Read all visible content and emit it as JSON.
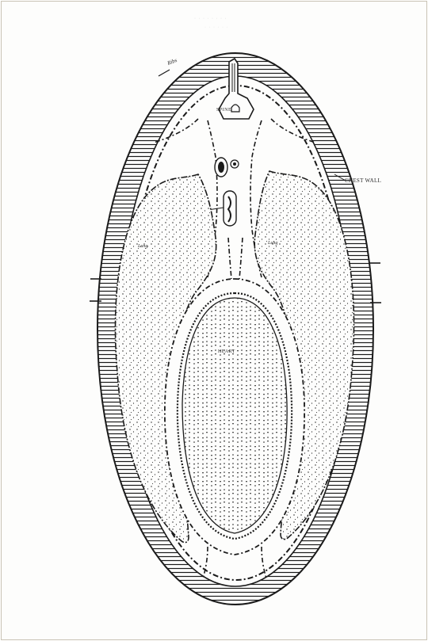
{
  "diagram": {
    "labels": {
      "spine": "SPINE",
      "chest_wall": "CHEST WALL",
      "lung_left": "Lung",
      "lung_right": "Lung",
      "heart": "HEART",
      "ribs": "Ribs"
    },
    "faint_text": {
      "line1": "· · · · · · · ·",
      "line2": "· · · · · ·"
    },
    "colors": {
      "ink": "#1a1a1a",
      "paper": "#fdfdfc",
      "frame": "#c9c3b4"
    }
  }
}
